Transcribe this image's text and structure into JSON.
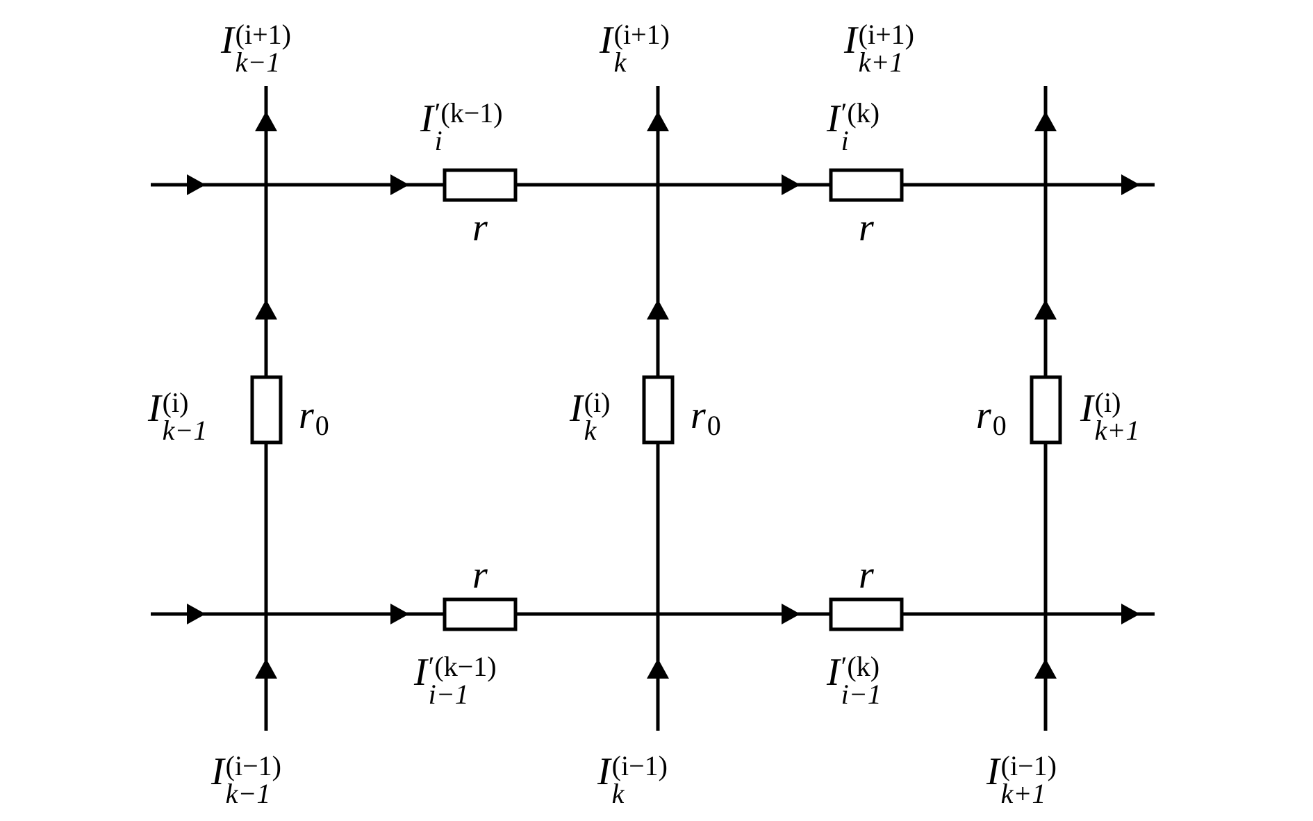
{
  "diagram": {
    "title": "Resistor grid current network",
    "node_currents_top": [
      {
        "base": "I",
        "sub": "k−1",
        "sup": "(i+1)"
      },
      {
        "base": "I",
        "sub": "k",
        "sup": "(i+1)"
      },
      {
        "base": "I",
        "sub": "k+1",
        "sup": "(i+1)"
      }
    ],
    "node_currents_middle": [
      {
        "base": "I",
        "sub": "k−1",
        "sup": "(i)"
      },
      {
        "base": "I",
        "sub": "k",
        "sup": "(i)"
      },
      {
        "base": "I",
        "sub": "k+1",
        "sup": "(i)"
      }
    ],
    "node_currents_bottom": [
      {
        "base": "I",
        "sub": "k−1",
        "sup": "(i−1)"
      },
      {
        "base": "I",
        "sub": "k",
        "sup": "(i−1)"
      },
      {
        "base": "I",
        "sub": "k+1",
        "sup": "(i−1)"
      }
    ],
    "branch_currents_top_row": [
      {
        "base": "I",
        "prime": "′",
        "sub": "i",
        "sup": "(k−1)"
      },
      {
        "base": "I",
        "prime": "′",
        "sub": "i",
        "sup": "(k)"
      }
    ],
    "branch_currents_bottom_row": [
      {
        "base": "I",
        "prime": "′",
        "sub": "i−1",
        "sup": "(k−1)"
      },
      {
        "base": "I",
        "prime": "′",
        "sub": "i−1",
        "sup": "(k)"
      }
    ],
    "horizontal_resistor_label": {
      "base": "r"
    },
    "vertical_resistor_label": {
      "base": "r",
      "sub": "0"
    },
    "colors": {
      "line": "#000000",
      "background": "#ffffff"
    }
  }
}
